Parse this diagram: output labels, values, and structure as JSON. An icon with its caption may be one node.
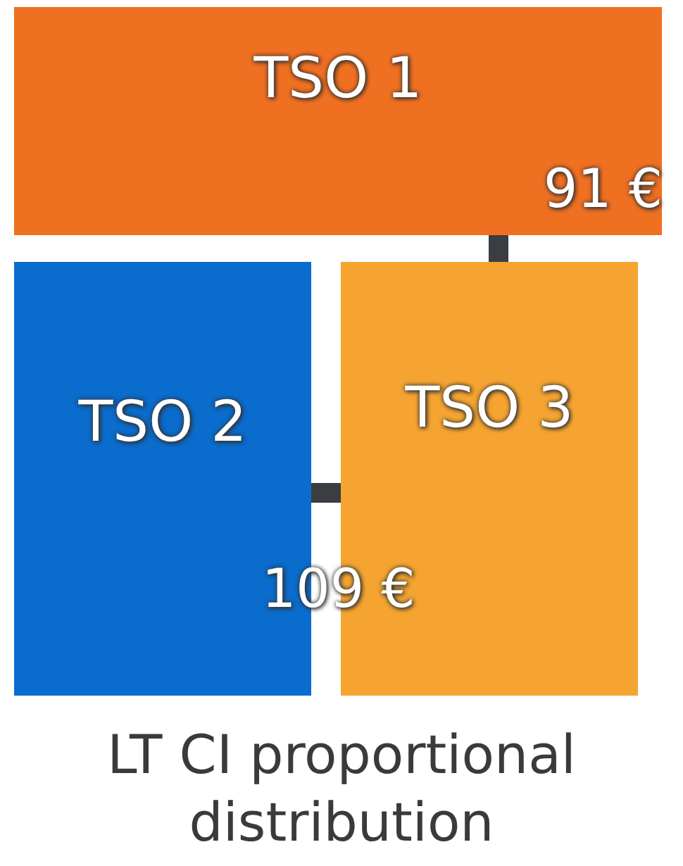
{
  "diagram": {
    "caption": "LT CI proportional distribution",
    "nodes": [
      {
        "text": [
          "TSO 1"
        ]
      },
      {
        "text": [
          "TSO 2"
        ]
      },
      {
        "text": [
          "TSO 3"
        ]
      }
    ],
    "edges": [
      {
        "from": 0,
        "to": 2,
        "arrow": "none",
        "label": "91 €"
      },
      {
        "from": 1,
        "to": 2,
        "arrow": "none",
        "label": "109 €"
      }
    ]
  }
}
